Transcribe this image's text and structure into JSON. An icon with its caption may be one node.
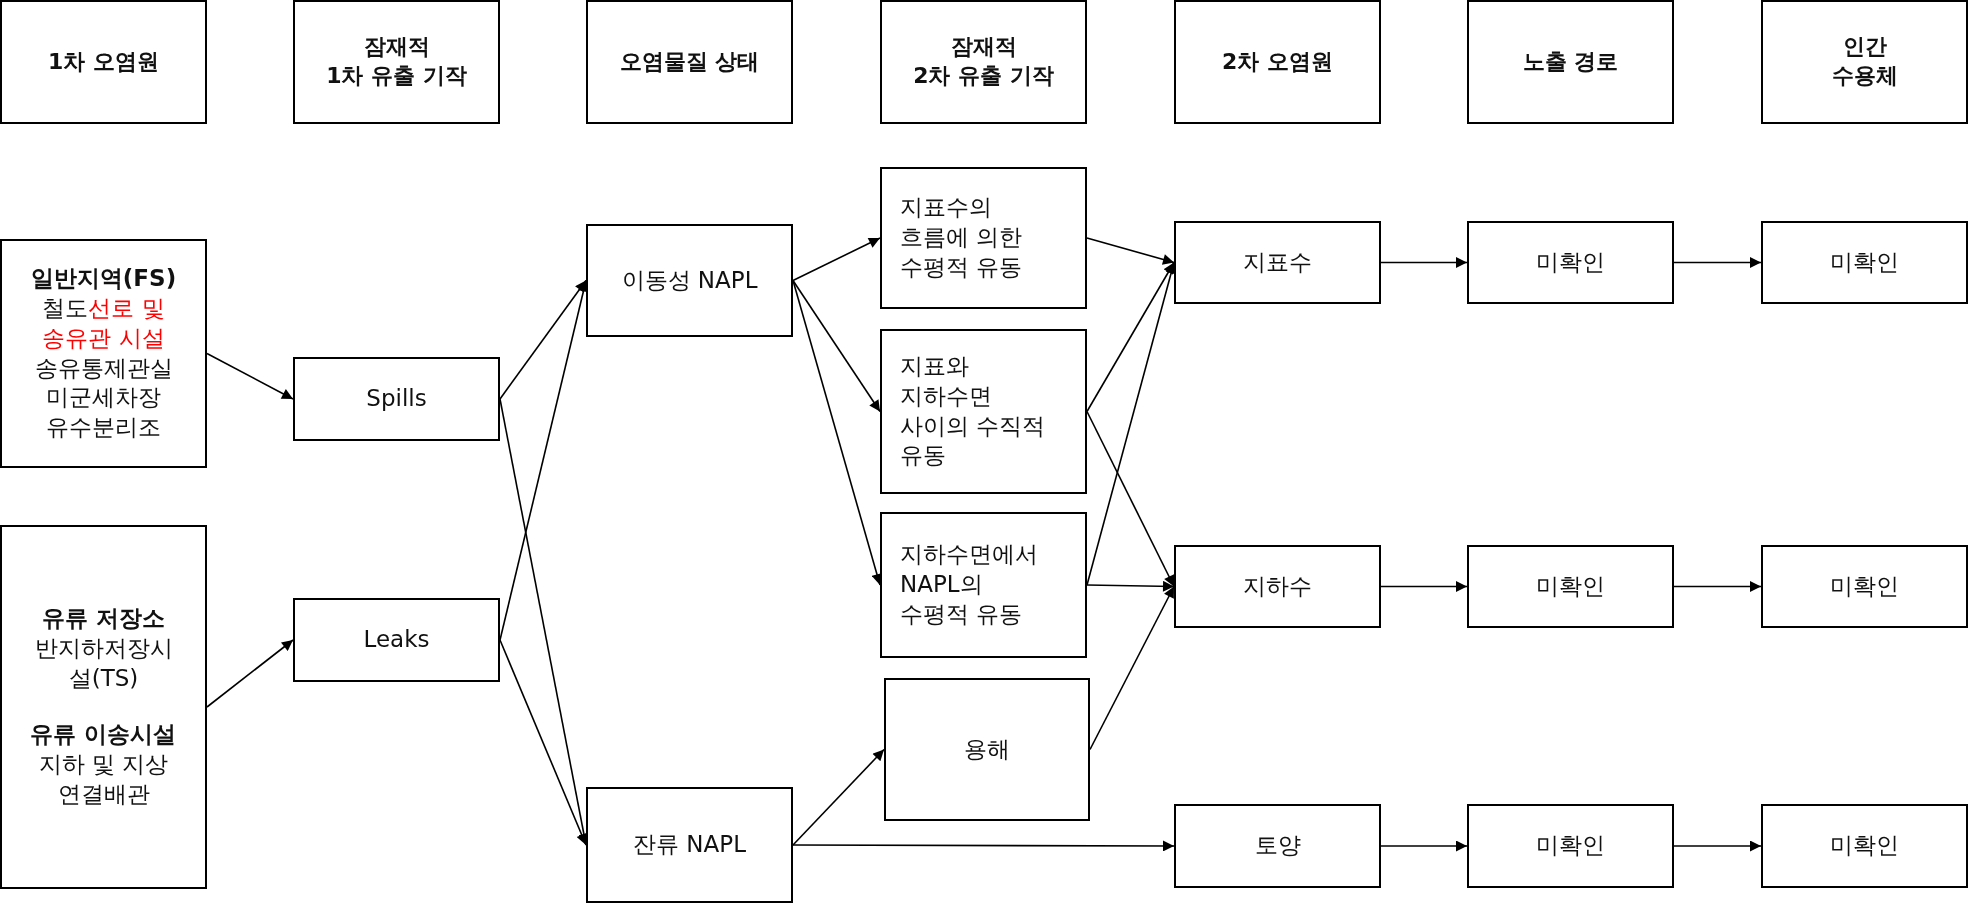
{
  "diagram": {
    "nodes": [
      {
        "text": [
          "1차 오염원"
        ]
      },
      {
        "text": [
          "잠재적 1차 유출 기작"
        ]
      },
      {
        "text": [
          "오염물질 상태"
        ]
      },
      {
        "text": [
          "잠재적 2차 유출 기작"
        ]
      },
      {
        "text": [
          "2차 오염원"
        ]
      },
      {
        "text": [
          "노출 경로"
        ]
      },
      {
        "text": [
          "인간 수용체"
        ]
      },
      {
        "text": [
          "일반지역(FS)",
          "철도",
          "선로 및 송유관 시설",
          "송유통제관실",
          "미군세차장",
          "유수분리조"
        ]
      },
      {
        "text": [
          "유류 저장소",
          "반지하저장시설(TS)",
          "유류 이송시설",
          "지하 및 지상 연결배관"
        ]
      },
      {
        "text": [
          "Spills"
        ]
      },
      {
        "text": [
          "Leaks"
        ]
      },
      {
        "text": [
          "이동성 NAPL"
        ]
      },
      {
        "text": [
          "잔류 NAPL"
        ]
      },
      {
        "text": [
          "지표수의 흐름에 의한 수평적 유동"
        ]
      },
      {
        "text": [
          "지표와 지하수면 사이의 수직적 유동"
        ]
      },
      {
        "text": [
          "지하수면에서 NAPL의 수평적 유동"
        ]
      },
      {
        "text": [
          "용해"
        ]
      },
      {
        "text": [
          "지표수"
        ]
      },
      {
        "text": [
          "미확인"
        ]
      },
      {
        "text": [
          "미확인"
        ]
      },
      {
        "text": [
          "지하수"
        ]
      },
      {
        "text": [
          "미확인"
        ]
      },
      {
        "text": [
          "미확인"
        ]
      },
      {
        "text": [
          "토양"
        ]
      },
      {
        "text": [
          "미확인"
        ]
      },
      {
        "text": [
          "미확인"
        ]
      }
    ],
    "edges": [
      {
        "from": 7,
        "to": 9,
        "arrow": "to"
      },
      {
        "from": 8,
        "to": 10,
        "arrow": "to"
      },
      {
        "from": 9,
        "to": 11,
        "arrow": "to"
      },
      {
        "from": 9,
        "to": 12,
        "arrow": "to"
      },
      {
        "from": 10,
        "to": 11,
        "arrow": "to"
      },
      {
        "from": 10,
        "to": 12,
        "arrow": "to"
      },
      {
        "from": 11,
        "to": 13,
        "arrow": "to"
      },
      {
        "from": 11,
        "to": 14,
        "arrow": "to"
      },
      {
        "from": 11,
        "to": 15,
        "arrow": "to"
      },
      {
        "from": 12,
        "to": 16,
        "arrow": "to"
      },
      {
        "from": 12,
        "to": 23,
        "arrow": "to"
      },
      {
        "from": 13,
        "to": 17,
        "arrow": "to"
      },
      {
        "from": 14,
        "to": 17,
        "arrow": "to"
      },
      {
        "from": 14,
        "to": 20,
        "arrow": "to"
      },
      {
        "from": 15,
        "to": 17,
        "arrow": "to"
      },
      {
        "from": 15,
        "to": 20,
        "arrow": "to"
      },
      {
        "from": 16,
        "to": 20,
        "arrow": "to"
      },
      {
        "from": 17,
        "to": 18,
        "arrow": "to"
      },
      {
        "from": 18,
        "to": 19,
        "arrow": "to"
      },
      {
        "from": 20,
        "to": 21,
        "arrow": "to"
      },
      {
        "from": 21,
        "to": 22,
        "arrow": "to"
      },
      {
        "from": 23,
        "to": 24,
        "arrow": "to"
      },
      {
        "from": 24,
        "to": 25,
        "arrow": "to"
      }
    ]
  }
}
